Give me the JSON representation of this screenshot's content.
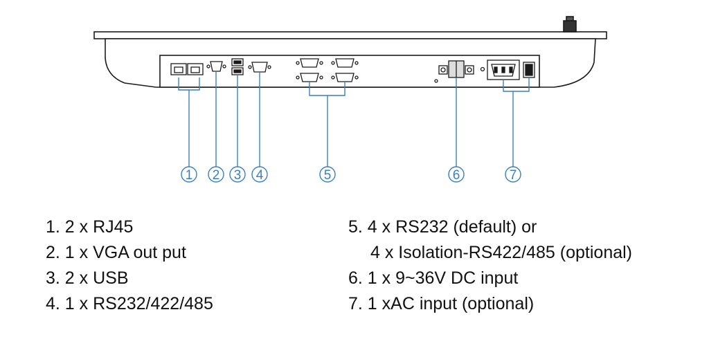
{
  "colors": {
    "outline": "#1a1a1a",
    "callout": "#3a7fc1",
    "panel_fill": "#ffffff"
  },
  "callouts": [
    "1",
    "2",
    "3",
    "4",
    "5",
    "6",
    "7"
  ],
  "legend": {
    "left": [
      "1. 2 x RJ45",
      "2. 1 x VGA out put",
      "3. 2 x USB",
      "4. 1 x RS232/422/485"
    ],
    "right": [
      "5. 4 x RS232 (default) or",
      "4 x Isolation-RS422/485 (optional)",
      "6. 1 x 9~36V DC input",
      "7. 1 xAC input (optional)"
    ]
  }
}
